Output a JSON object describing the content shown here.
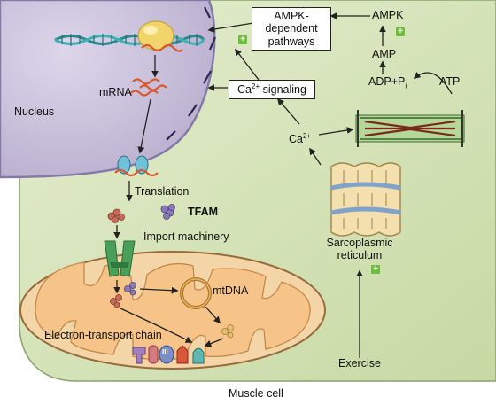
{
  "labels": {
    "nucleus": "Nucleus",
    "mrna": "mRNA",
    "translation": "Translation",
    "tfam": "TFAM",
    "import_machinery": "Import machinery",
    "mtdna": "mtDNA",
    "etc": "Electron-transport chain",
    "muscle_cell": "Muscle cell",
    "ampk_pathways": "AMPK-dependent pathways",
    "ampk": "AMPK",
    "amp": "AMP",
    "adp_pi": "ADP+P",
    "adp_pi_sub": "i",
    "atp": "ATP",
    "ca_signaling": "Ca",
    "ca_signaling_sup": "2+",
    "ca_signaling_rest": " signaling",
    "ca_ion": "Ca",
    "ca_ion_sup": "2+",
    "sr": "Sarcoplasmic reticulum",
    "exercise": "Exercise",
    "etc_complex_3": "III",
    "plus_sign": "+"
  },
  "colors": {
    "cell_fill": "#d5e3b7",
    "nucleus_fill": "#c9c1dc",
    "mito_fill": "#f3d5a8",
    "plus_green": "#6cbf3a"
  }
}
